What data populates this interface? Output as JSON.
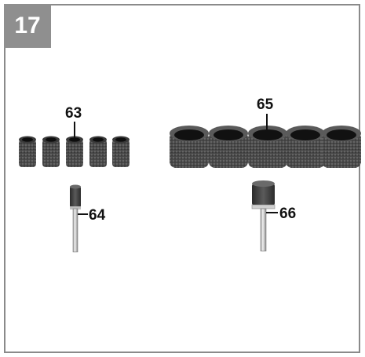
{
  "figure": {
    "number": "17",
    "badge_color": "#8f8f8f",
    "frame_color": "#8a8a8a"
  },
  "callouts": {
    "small_bands": "63",
    "small_mandrel": "64",
    "large_bands": "65",
    "large_mandrel": "66"
  },
  "parts": {
    "small_sanding_bands_count": 5,
    "large_sanding_bands_count": 5
  }
}
